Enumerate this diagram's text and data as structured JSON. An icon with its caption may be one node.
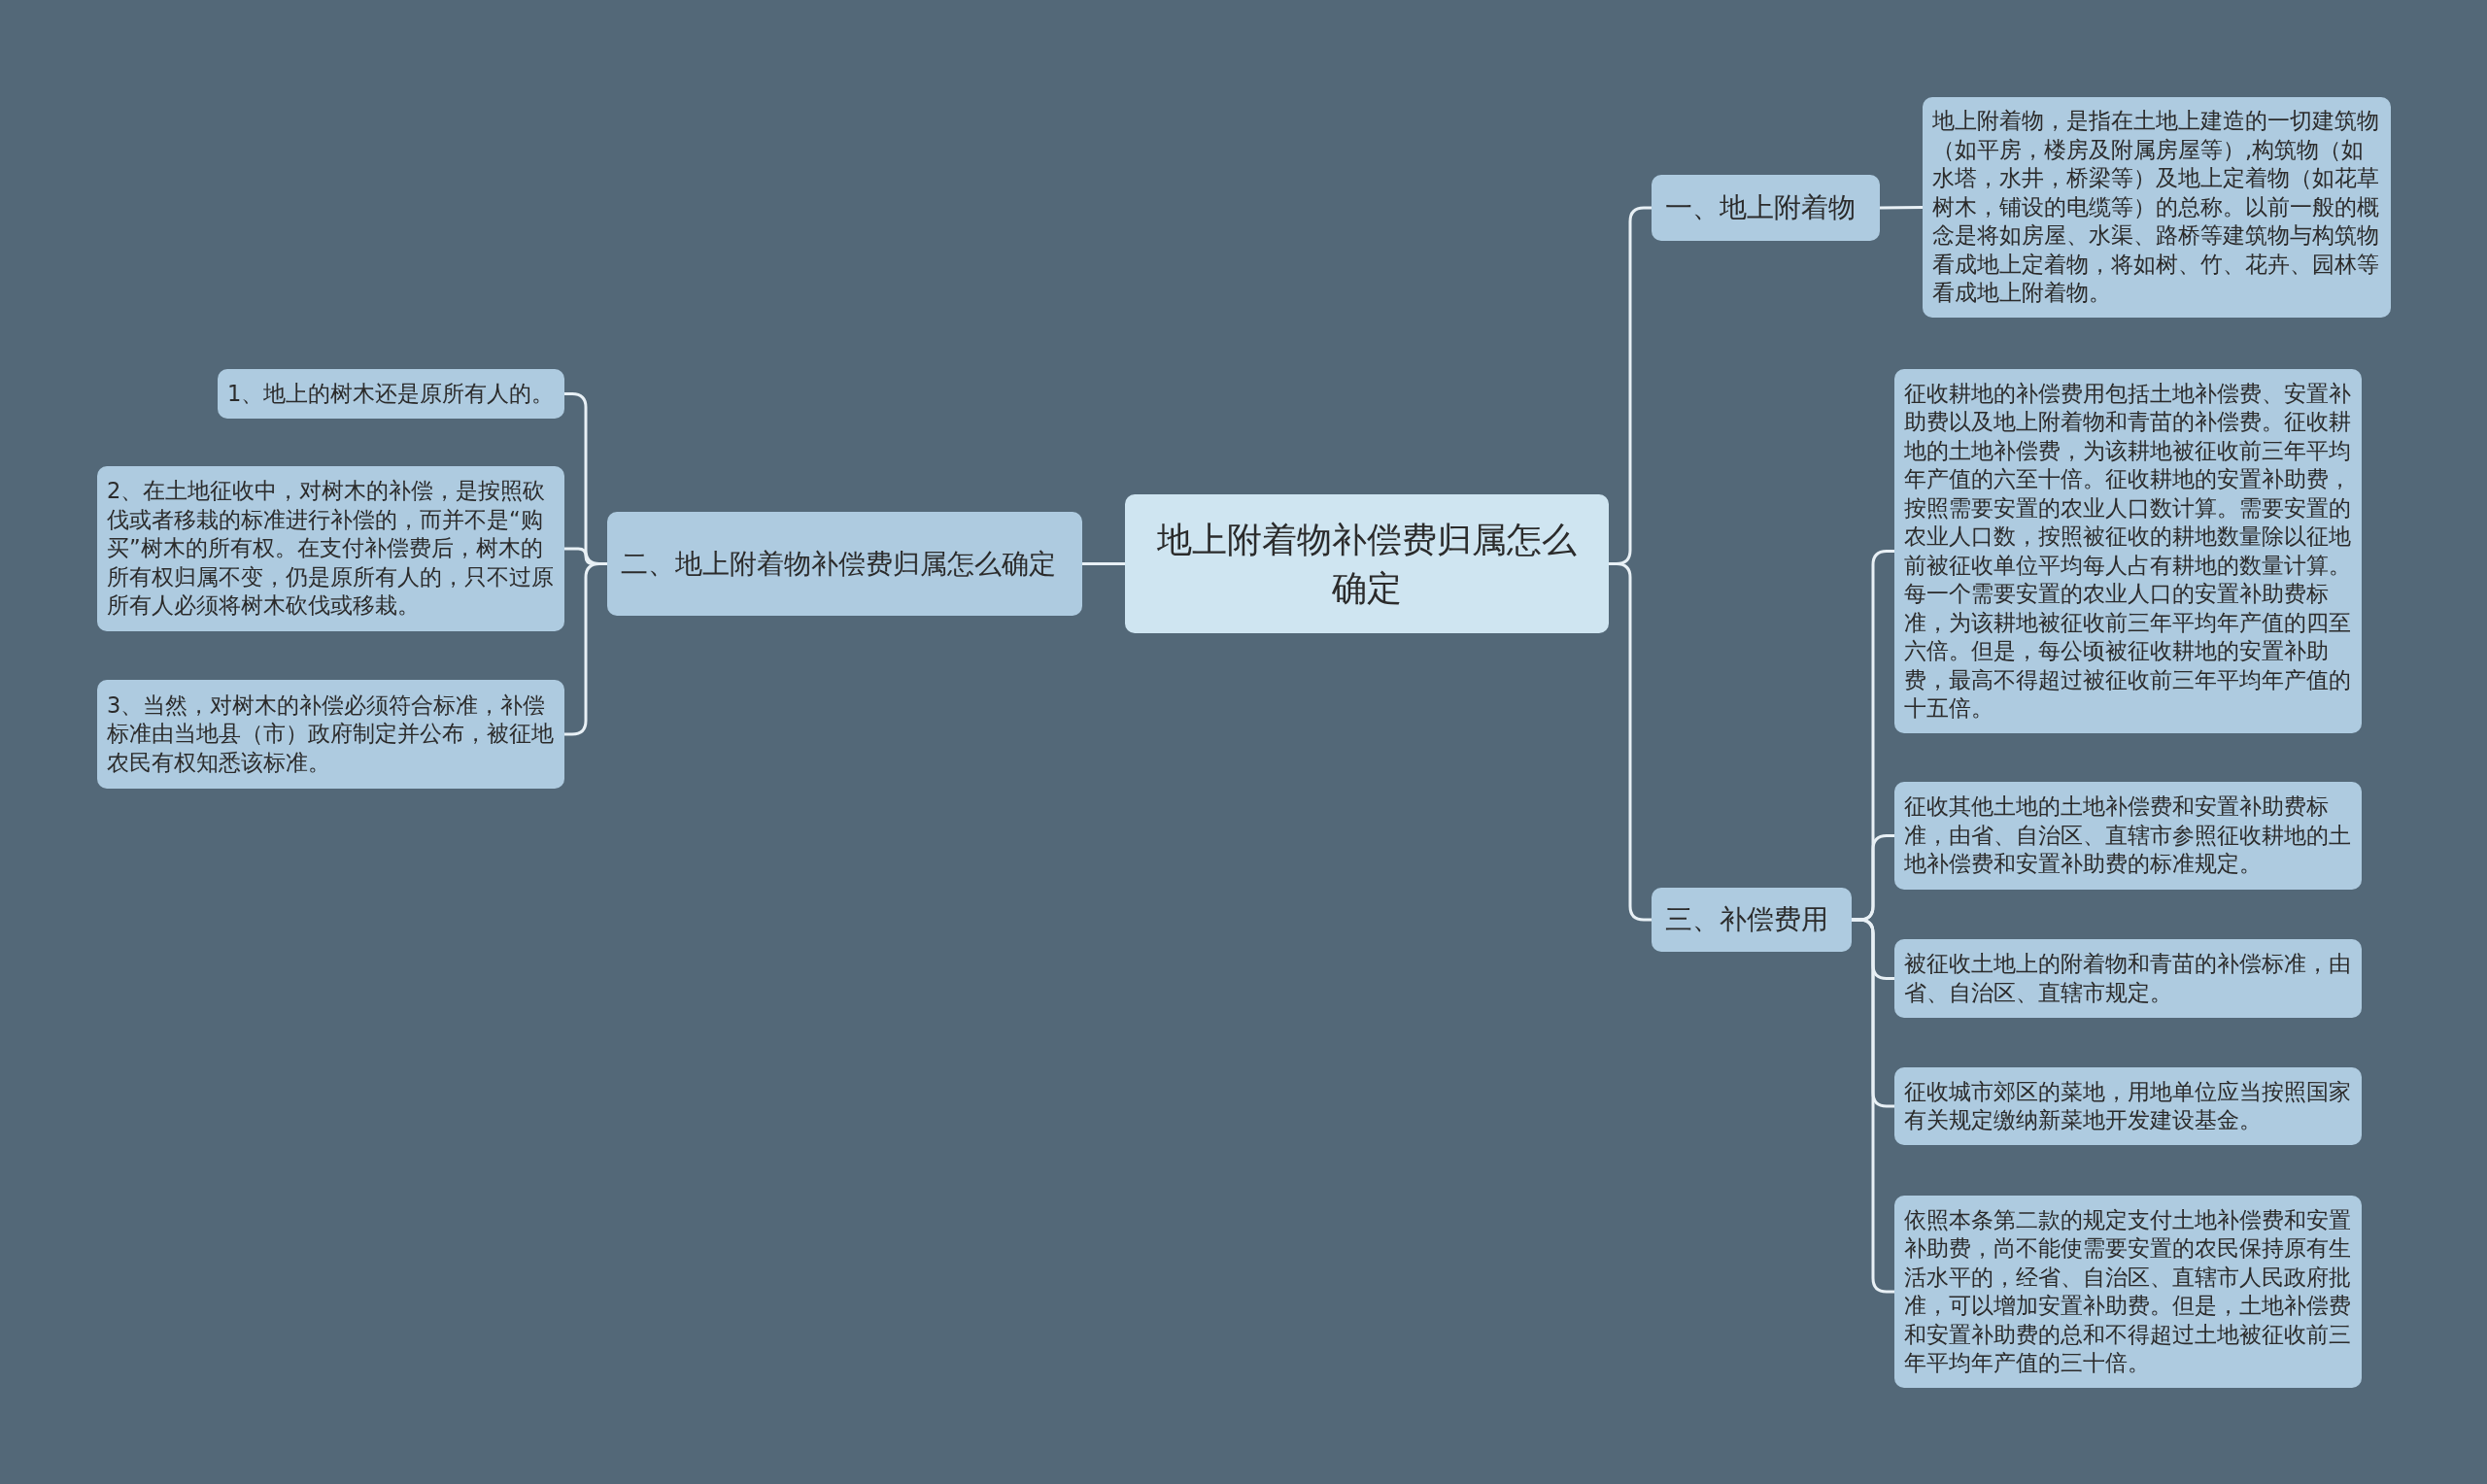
{
  "diagram": {
    "nodes": [
      {
        "text": [
          "地上附着物补偿费归属怎么确定"
        ]
      },
      {
        "text": [
          "一、地上附着物"
        ]
      },
      {
        "text": [
          "地上附着物，是指在土地上建造的一切建筑物（如平房，楼房及附属房屋等）,构筑物（如水塔，水井，桥梁等）及地上定着物（如花草树木，铺设的电缆等）的总称。以前一般的概念是将如房屋、水渠、路桥等建筑物与构筑物看成地上定着物，将如树、竹、花卉、园林等看成地上附着物。"
        ]
      },
      {
        "text": [
          "二、地上附着物补偿费归属怎么确定"
        ]
      },
      {
        "text": [
          "1、地上的树木还是原所有人的。"
        ]
      },
      {
        "text": [
          "2、在土地征收中，对树木的补偿，是按照砍伐或者移栽的标准进行补偿的，而并不是“购买”树木的所有权。在支付补偿费后，树木的所有权归属不变，仍是原所有人的，只不过原所有人必须将树木砍伐或移栽。"
        ]
      },
      {
        "text": [
          "3、当然，对树木的补偿必须符合标准，补偿标准由当地县（市）政府制定并公布，被征地农民有权知悉该标准。"
        ]
      },
      {
        "text": [
          "三、补偿费用"
        ]
      },
      {
        "text": [
          "征收耕地的补偿费用包括土地补偿费、安置补助费以及地上附着物和青苗的补偿费。征收耕地的土地补偿费，为该耕地被征收前三年平均年产值的六至十倍。征收耕地的安置补助费，按照需要安置的农业人口数计算。需要安置的农业人口数，按照被征收的耕地数量除以征地前被征收单位平均每人占有耕地的数量计算。每一个需要安置的农业人口的安置补助费标准，为该耕地被征收前三年平均年产值的四至六倍。但是，每公顷被征收耕地的安置补助费，最高不得超过被征收前三年平均年产值的十五倍。"
        ]
      },
      {
        "text": [
          "征收其他土地的土地补偿费和安置补助费标准，由省、自治区、直辖市参照征收耕地的土地补偿费和安置补助费的标准规定。"
        ]
      },
      {
        "text": [
          "被征收土地上的附着物和青苗的补偿标准，由省、自治区、直辖市规定。"
        ]
      },
      {
        "text": [
          "征收城市郊区的菜地，用地单位应当按照国家有关规定缴纳新菜地开发建设基金。"
        ]
      },
      {
        "text": [
          "依照本条第二款的规定支付土地补偿费和安置补助费，尚不能使需要安置的农民保持原有生活水平的，经省、自治区、直辖市人民政府批准，可以增加安置补助费。但是，土地补偿费和安置补助费的总和不得超过土地被征收前三年平均年产值的三十倍。"
        ]
      }
    ],
    "edges": [
      {
        "from": 0,
        "to": 1,
        "arrow": "none"
      },
      {
        "from": 1,
        "to": 2,
        "arrow": "none"
      },
      {
        "from": 0,
        "to": 3,
        "arrow": "none"
      },
      {
        "from": 3,
        "to": 4,
        "arrow": "none"
      },
      {
        "from": 3,
        "to": 5,
        "arrow": "none"
      },
      {
        "from": 3,
        "to": 6,
        "arrow": "none"
      },
      {
        "from": 0,
        "to": 7,
        "arrow": "none"
      },
      {
        "from": 7,
        "to": 8,
        "arrow": "none"
      },
      {
        "from": 7,
        "to": 9,
        "arrow": "none"
      },
      {
        "from": 7,
        "to": 10,
        "arrow": "none"
      },
      {
        "from": 7,
        "to": 11,
        "arrow": "none"
      },
      {
        "from": 7,
        "to": 12,
        "arrow": "none"
      }
    ]
  }
}
